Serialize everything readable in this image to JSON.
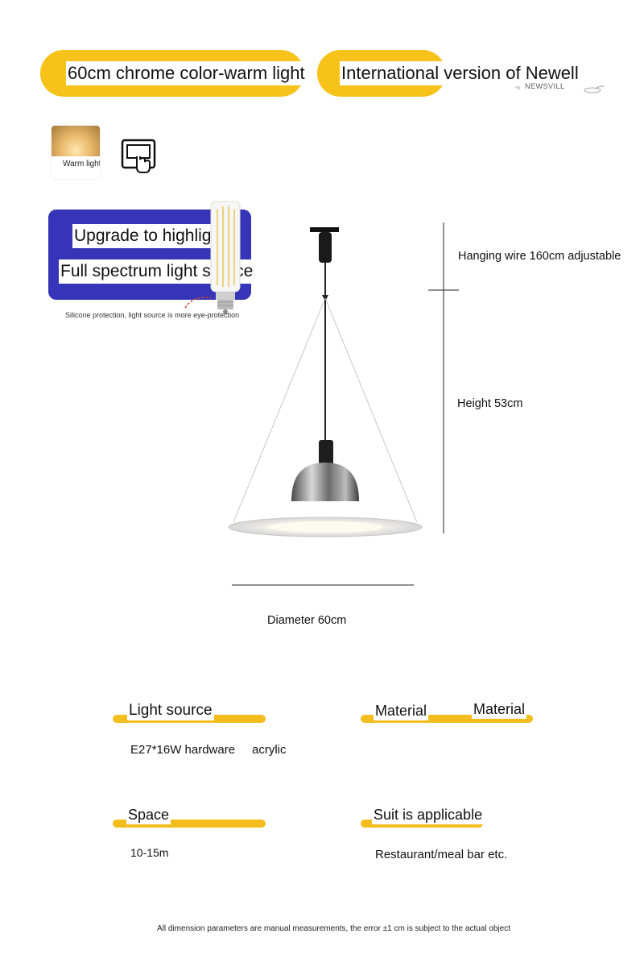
{
  "header": {
    "option_left": "60cm chrome color-warm light",
    "option_right": "International version of Newell",
    "brand_mark": "NEWSVILL"
  },
  "thumbs": {
    "warm_caption": "Warm light"
  },
  "upgrade": {
    "line1": "Upgrade to highlight",
    "line2": "Full spectrum light source",
    "note": "Silicone protection, light source is more eye-protection"
  },
  "dimensions": {
    "hanging_wire": "Hanging wire 160cm adjustable",
    "height": "Height 53cm",
    "diameter": "Diameter 60cm"
  },
  "specs": {
    "light_source": {
      "label": "Light source",
      "value": "E27*16W hardware"
    },
    "material": {
      "label": "Material",
      "label2": "Material",
      "value": "acrylic"
    },
    "space": {
      "label": "Space",
      "value": "10-15m"
    },
    "suit": {
      "label": "Suit is applicable",
      "value": "Restaurant/meal bar etc."
    }
  },
  "footer": {
    "note": "All dimension parameters are manual measurements, the error ±1 cm is subject to the actual object"
  },
  "colors": {
    "accent_yellow": "#f7c21a",
    "panel_blue": "#3634b7",
    "chrome": "#8a8a8a"
  }
}
